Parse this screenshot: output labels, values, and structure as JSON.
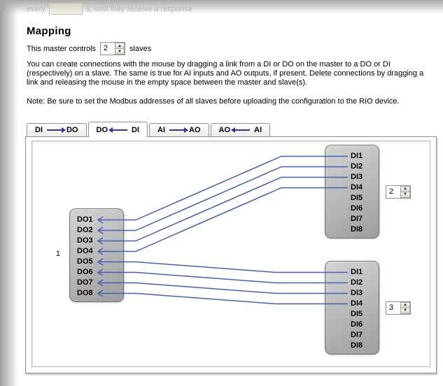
{
  "top_bar": {
    "prefix": "every",
    "interval_value": "",
    "suffix": "s, until they receive a response"
  },
  "header": {
    "title": "Mapping"
  },
  "controls": {
    "label_before": "This master controls",
    "slaves_value": "2",
    "label_after": "slaves"
  },
  "instructions": "You can create connections with the mouse by dragging a link from a DI or DO on the master to a DO or DI (respectively) on a slave. The same is true for AI inputs and AO outputs, if present. Delete connections by dragging a link and releasing the mouse in the empty space between the master and slave(s).",
  "note": "Note: Be sure to set the Modbus addresses of all slaves before uploading the configuration to the RIO device.",
  "icons": {
    "spin_up": "▲",
    "spin_down": "▼"
  },
  "colors": {
    "tab_arrow": "#333399",
    "line": "#4a5fb0"
  },
  "tabs": {
    "selected_index": 1,
    "items": [
      {
        "left": "DI",
        "dir": "right",
        "right": "DO"
      },
      {
        "left": "DO",
        "dir": "left",
        "right": "DI"
      },
      {
        "left": "AI",
        "dir": "right",
        "right": "AO"
      },
      {
        "left": "AO",
        "dir": "left",
        "right": "AI"
      }
    ]
  },
  "diagram": {
    "master": {
      "station": "1",
      "pins": [
        "DO1",
        "DO2",
        "DO3",
        "DO4",
        "DO5",
        "DO6",
        "DO7",
        "DO8"
      ]
    },
    "slaves": [
      {
        "address": "2",
        "pins": [
          "DI1",
          "DI2",
          "DI3",
          "DI4",
          "DI5",
          "DI6",
          "DI7",
          "DI8"
        ]
      },
      {
        "address": "3",
        "pins": [
          "DI1",
          "DI2",
          "DI3",
          "DI4",
          "DI5",
          "DI6",
          "DI7",
          "DI8"
        ]
      }
    ],
    "connections": [
      {
        "slave": 0,
        "from": "DI1",
        "to": "DO1"
      },
      {
        "slave": 0,
        "from": "DI2",
        "to": "DO2"
      },
      {
        "slave": 0,
        "from": "DI3",
        "to": "DO3"
      },
      {
        "slave": 0,
        "from": "DI4",
        "to": "DO4"
      },
      {
        "slave": 1,
        "from": "DI1",
        "to": "DO5"
      },
      {
        "slave": 1,
        "from": "DI2",
        "to": "DO6"
      },
      {
        "slave": 1,
        "from": "DI3",
        "to": "DO7"
      },
      {
        "slave": 1,
        "from": "DI4",
        "to": "DO8"
      }
    ]
  }
}
